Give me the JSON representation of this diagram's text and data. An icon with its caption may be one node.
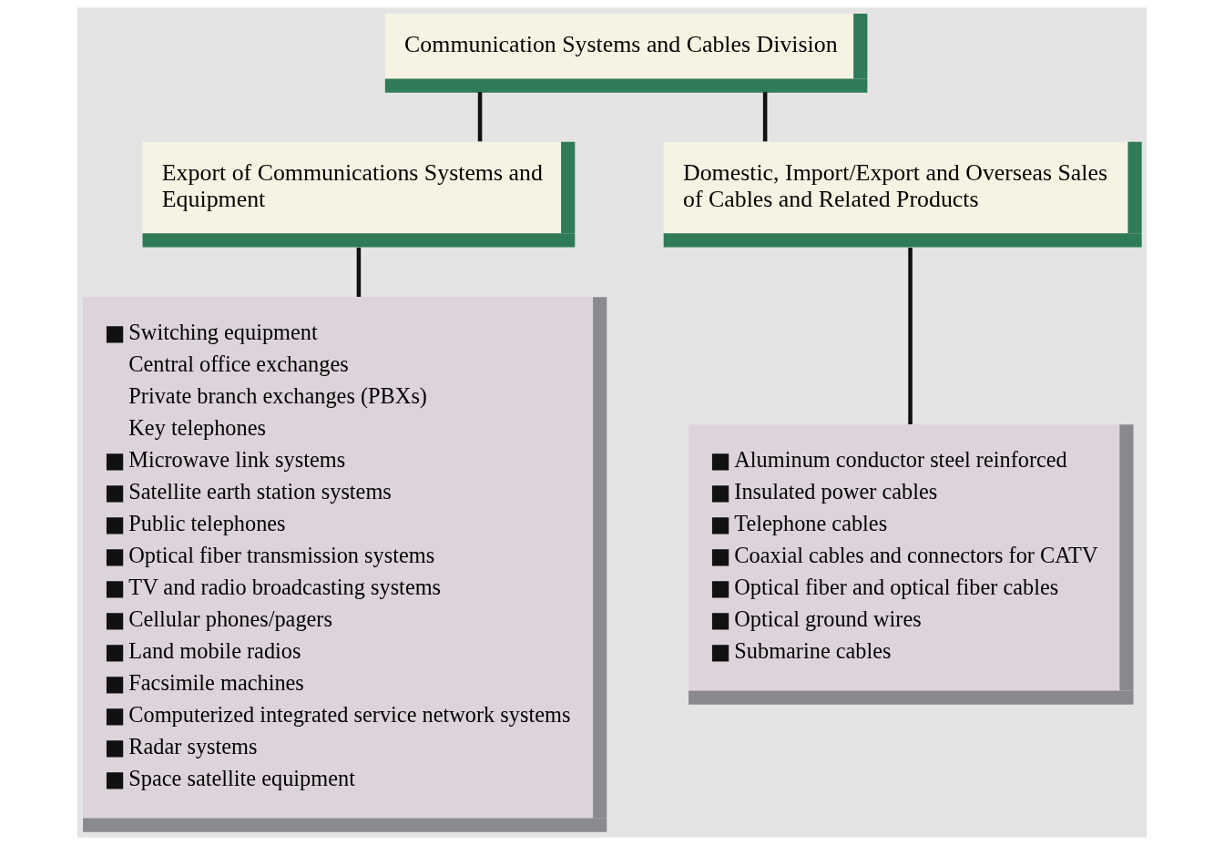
{
  "diagram": {
    "nodes": [
      {
        "text": [
          "Communication Systems and Cables Division"
        ]
      },
      {
        "text": [
          "Export of Communications Systems and Equipment"
        ]
      },
      {
        "text": [
          "Domestic, Import/Export and Overseas Sales of Cables and Related Products"
        ]
      },
      {
        "text": [
          "Switching equipment",
          "Central office exchanges",
          "Private branch exchanges (PBXs)",
          "Key telephones",
          "Microwave link systems",
          "Satellite earth station systems",
          "Public telephones",
          "Optical fiber transmission systems",
          "TV and radio broadcasting systems",
          "Cellular phones/pagers",
          "Land mobile radios",
          "Facsimile machines",
          "Computerized integrated service network systems",
          "Radar systems",
          "Space satellite equipment"
        ]
      },
      {
        "text": [
          "Aluminum conductor steel reinforced",
          "Insulated power cables",
          "Telephone cables",
          "Coaxial cables and connectors for CATV",
          "Optical fiber and optical fiber cables",
          "Optical ground wires",
          "Submarine cables"
        ]
      }
    ],
    "edges": [
      {
        "from": 0,
        "to": 1,
        "arrow": "none"
      },
      {
        "from": 0,
        "to": 2,
        "arrow": "none"
      },
      {
        "from": 1,
        "to": 3,
        "arrow": "none"
      },
      {
        "from": 2,
        "to": 4,
        "arrow": "none"
      }
    ]
  }
}
